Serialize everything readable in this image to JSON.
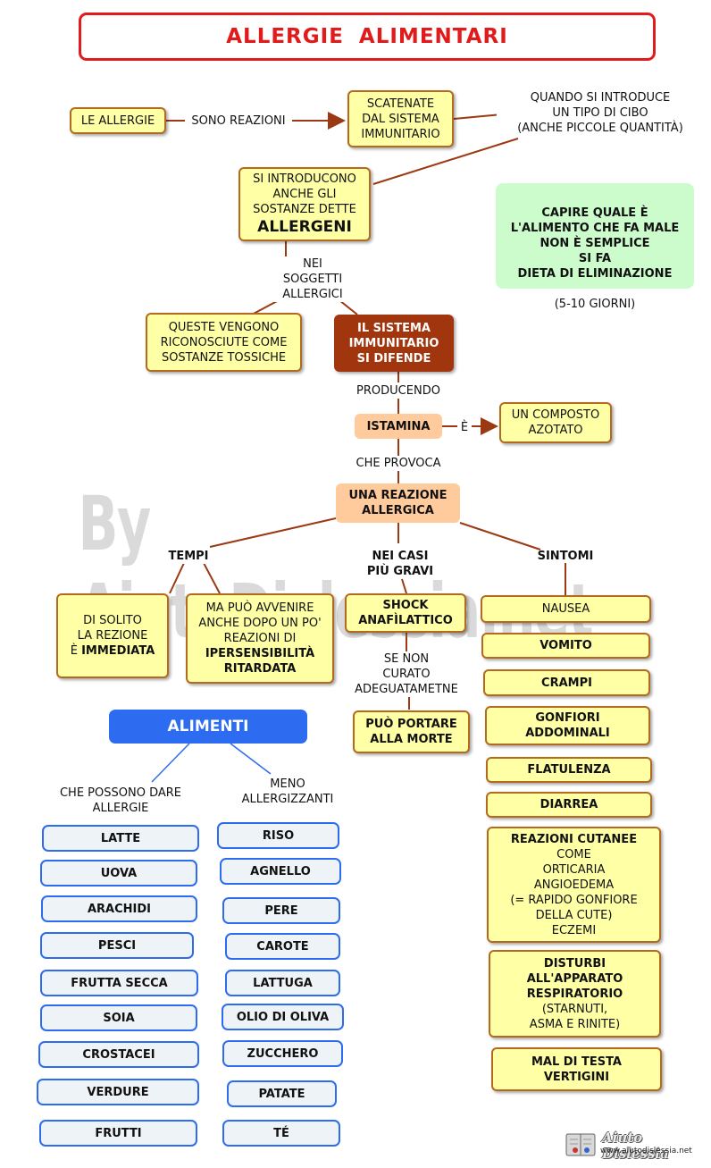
{
  "title": "ALLERGIE  ALIMENTARI",
  "nodes": {
    "le_allergie": "LE ALLERGIE",
    "scatenate": "SCATENATE\nDAL SISTEMA\nIMMUNITARIO",
    "quando": "QUANDO SI INTRODUCE\nUN TIPO DI CIBO\n(ANCHE PICCOLE QUANTITÀ)",
    "si_introducono": "SI INTRODUCONO\nANCHE GLI\nSOSTANZE DETTE",
    "allergeni": "ALLERGENI",
    "capire": "CAPIRE QUALE È\nL'ALIMENTO CHE FA MALE\nNON È SEMPLICE\nSI FA\n DIETA DI ELIMINAZIONE",
    "capire_days": "(5-10 GIORNI)",
    "queste": "QUESTE VENGONO\nRICONOSCIUTE COME\nSOSTANZE TOSSICHE",
    "sistema": "IL SISTEMA\nIMMUNITARIO\nSI DIFENDE",
    "istamina": "ISTAMINA",
    "composto": "UN COMPOSTO\nAZOTATO",
    "reazione": "UNA REAZIONE\nALLERGICA",
    "di_solito_pre": "DI SOLITO\nLA REZIONE\nÈ ",
    "immediata": "IMMEDIATA",
    "ma_puo_pre": "MA PUÒ AVVENIRE\nANCHE DOPO UN PO'\nREAZIONI DI",
    "ipersensibilita": "IPERSENSIBILITÀ\nRITARDATA",
    "shock": "SHOCK\nANAFÌLATTICO",
    "morte": "PUÒ PORTARE\nALLA MORTE",
    "alimenti": "ALIMENTI"
  },
  "links": {
    "sono_reazioni": "SONO REAZIONI",
    "nei_soggetti": "NEI\nSOGGETTI\nALLERGICI",
    "producendo": "PRODUCENDO",
    "e": "È",
    "che_provoca": "CHE PROVOCA",
    "tempi": "TEMPI",
    "nei_casi": "NEI CASI\nPIÙ GRAVI",
    "sintomi": "SINTOMI",
    "se_non": "SE NON\nCURATO\nADEGUATAMETNE",
    "che_possono": "CHE POSSONO DARE\nALLERGIE",
    "meno": "MENO\nALLERGIZZANTI"
  },
  "sintomi": {
    "nausea": "NAUSEA",
    "vomito": "VOMITO",
    "crampi": "CRAMPI",
    "gonfiori": "GONFIORI\nADDOMINALI",
    "flatulenza": "FLATULENZA",
    "diarrea": "DIARREA",
    "cutanee_title": "REAZIONI CUTANEE",
    "cutanee_body": "COME\nORTICARIA\nANGIOEDEMA\n(= RAPIDO GONFIORE\nDELLA CUTE)\nECZEMI",
    "disturbi_title": "DISTURBI\nALL'APPARATO\nRESPIRATORIO",
    "disturbi_body": "(STARNUTI,\nASMA E RINITE)",
    "mal_di_testa": "MAL DI TESTA\nVERTIGINI"
  },
  "allergenic_foods": [
    "LATTE",
    "UOVA",
    "ARACHIDI",
    "PESCI",
    "FRUTTA SECCA",
    "SOIA",
    "CROSTACEI",
    "VERDURE",
    "FRUTTI"
  ],
  "less_allergenic_foods": [
    "RISO",
    "AGNELLO",
    "PERE",
    "CAROTE",
    "LATTUGA",
    "OLIO DI OLIVA",
    "ZUCCHERO",
    "PATATE",
    "TÉ"
  ],
  "watermark": "By AiutoDislessia.net",
  "logo": {
    "name": "Aiuto Dislessia",
    "url": "www.aiutodislessia.net"
  },
  "colors": {
    "title_red": "#e11b1b",
    "yellow": "#ffffa6",
    "brown": "#a0350e",
    "peach": "#ffca9c",
    "green": "#ccfccc",
    "blue": "#2d6cf0"
  }
}
